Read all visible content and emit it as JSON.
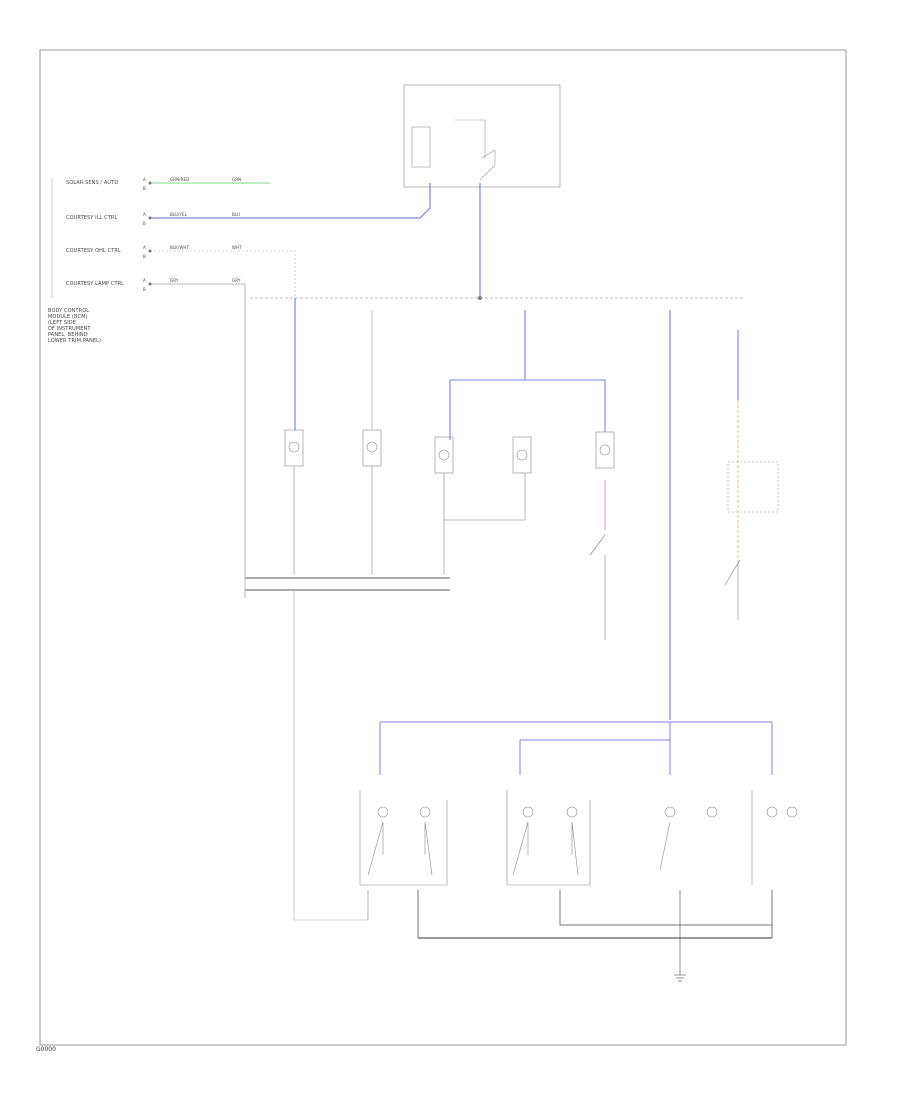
{
  "inputs": [
    {
      "label": "SOLAR SENS / AUTO",
      "pin1": "A",
      "pin2": "B",
      "wire": "GRN/RED",
      "wire2": "GRN"
    },
    {
      "label": "COURTESY ILL CTRL",
      "pin1": "A",
      "pin2": "B",
      "wire": "BLU/YEL",
      "wire2": "BLU"
    },
    {
      "label": "COURTESY OHL CTRL",
      "pin1": "A",
      "pin2": "B",
      "wire": "BLK/WHT",
      "wire2": "WHT"
    },
    {
      "label": "COURTESY LAMP CTRL",
      "pin1": "A",
      "pin2": "B",
      "wire": "GRY",
      "wire2": "GRY"
    }
  ],
  "module_label": "BODY CONTROL\nMODULE (BCM)\n(LEFT SIDE\nOF INSTRUMENT\nPANEL, BEHIND\nLOWER TRIM PANEL)",
  "colors": {
    "wire_blue": "#7b86e0",
    "wire_green": "#5ccf5c",
    "wire_pink": "#e07ad8",
    "wire_orange": "#e9a64a",
    "wire_gray": "#9a9a9a",
    "wire_dark": "#555555",
    "frame": "#999999"
  },
  "footer": "G0000"
}
